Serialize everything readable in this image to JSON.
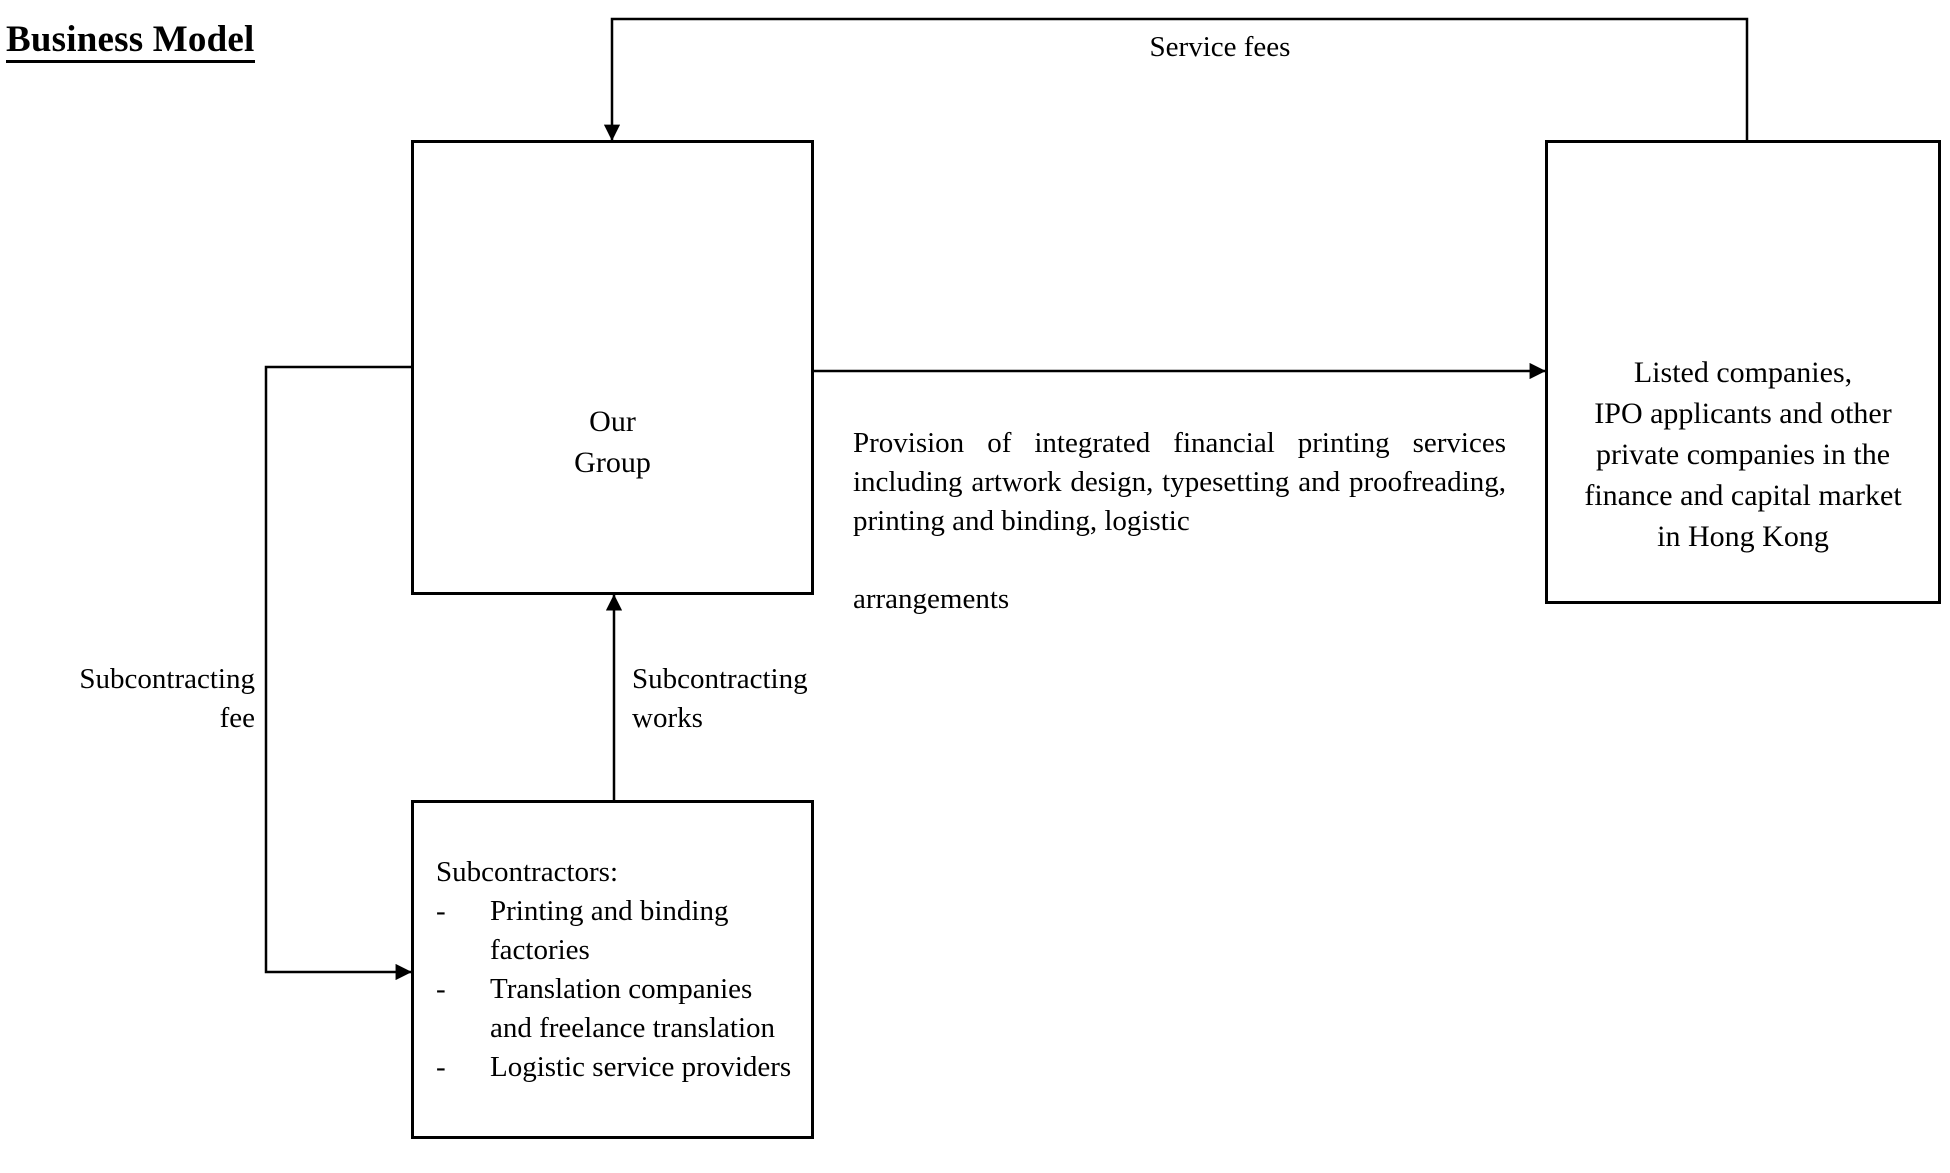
{
  "title": "Business Model",
  "nodes": {
    "our_group": {
      "label": "Our\nGroup"
    },
    "clients": {
      "label": "Listed companies,\nIPO applicants and other\nprivate companies in the\nfinance and capital market\nin Hong Kong"
    },
    "subcontractors": {
      "heading": "Subcontractors:",
      "bullet_marker": "-",
      "items": [
        "Printing and binding factories",
        "Translation companies and freelance translation",
        "Logistic service providers"
      ]
    }
  },
  "edges": {
    "service_fees": {
      "label": "Service fees",
      "from": "clients",
      "to": "our_group"
    },
    "services_provided": {
      "label": "Provision of integrated financial printing services including artwork design, typesetting and proofreading, printing and binding, logistic",
      "label_last_line": "arrangements",
      "from": "our_group",
      "to": "clients"
    },
    "subcontracting_fee": {
      "label": "Subcontracting\nfee",
      "from": "our_group",
      "to": "subcontractors"
    },
    "subcontracting_works": {
      "label": "Subcontracting\nworks",
      "from": "subcontractors",
      "to": "our_group"
    }
  },
  "colors": {
    "ink": "#000000",
    "paper": "#ffffff"
  }
}
